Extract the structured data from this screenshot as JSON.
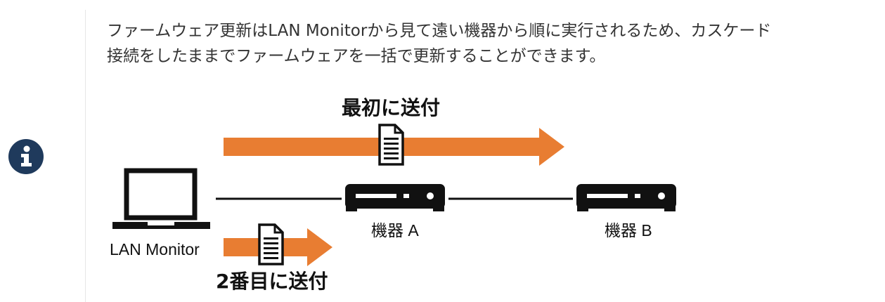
{
  "note": {
    "line1": "ファームウェア更新はLAN Monitorから見て遠い機器から順に実行されるため、カスケード",
    "line2": "接続をしたままでファームウェアを一括で更新することができます。"
  },
  "icons": {
    "callout": "info-icon",
    "file": "document-icon",
    "pc": "laptop-icon",
    "device": "router-icon"
  },
  "colors": {
    "accent": "#e87d32",
    "icon_bg": "#1f3a5c",
    "ink": "#111111"
  },
  "diagram": {
    "first_label": "最初に送付",
    "second_label": "2番目に送付",
    "monitor_label": "LAN Monitor",
    "device_a_label": "機器 A",
    "device_b_label": "機器 B"
  }
}
